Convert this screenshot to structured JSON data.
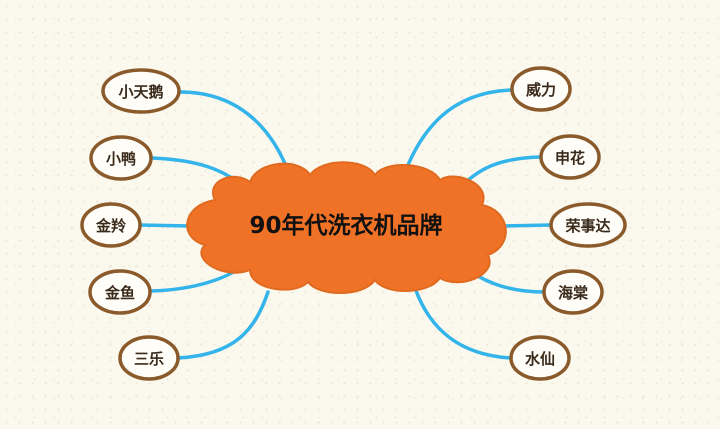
{
  "center": {
    "label": "90年代洗衣机品牌"
  },
  "left_brands": [
    {
      "label": "小天鹅"
    },
    {
      "label": "小鸭"
    },
    {
      "label": "金羚"
    },
    {
      "label": "金鱼"
    },
    {
      "label": "三乐"
    }
  ],
  "right_brands": [
    {
      "label": "威力"
    },
    {
      "label": "申花"
    },
    {
      "label": "荣事达"
    },
    {
      "label": "海棠"
    },
    {
      "label": "水仙"
    }
  ],
  "colors": {
    "connector": "#33b4ea",
    "node_border": "#8a5a2b",
    "node_fill": "#fffdf8",
    "cloud_fill": "#ef7226",
    "cloud_border": "#e06a20"
  }
}
